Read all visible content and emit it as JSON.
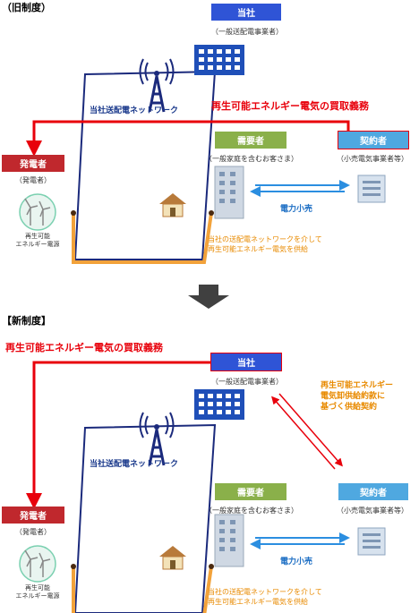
{
  "old_system": {
    "title": "（旧制度）",
    "company": "当社",
    "company_sub": "（一般送配電事業者）",
    "network": "当社送配電ネットワーク",
    "purchase_obligation": "再生可能エネルギー電気の買取義務",
    "generator": "発電者",
    "generator_sub": "（発電者）",
    "renewable_source": [
      "再生可能",
      "エネルギー電源"
    ],
    "consumer": "需要者",
    "consumer_sub": "（一般家庭を含むお客さま）",
    "contractor": "契約者",
    "contractor_sub": "（小売電気事業者等）",
    "retail": "電力小売",
    "supply_note": [
      "当社の送配電ネットワークを介して",
      "再生可能エネルギー電気を供給"
    ]
  },
  "new_system": {
    "title": "【新制度】",
    "purchase_obligation": "再生可能エネルギー電気の買取義務",
    "company": "当社",
    "company_sub": "（一般送配電事業者）",
    "contract_note": [
      "再生可能エネルギー",
      "電気卸供給約款に",
      "基づく供給契約"
    ],
    "network": "当社送配電ネットワーク",
    "generator": "発電者",
    "generator_sub": "（発電者）",
    "renewable_source": [
      "再生可能",
      "エネルギー電源"
    ],
    "consumer": "需要者",
    "consumer_sub": "（一般家庭を含むお客さま）",
    "contractor": "契約者",
    "contractor_sub": "（小売電気事業者等）",
    "retail": "電力小売",
    "supply_note": [
      "当社の送配電ネットワークを介して",
      "再生可能エネルギー電気を供給"
    ]
  },
  "colors": {
    "company_box": "#2f54d6",
    "generator_box": "#c0282d",
    "consumer_box": "#8ab04a",
    "contractor_box": "#4fa8e0",
    "red_arrow": "#e8000b",
    "network_line": "#1b2a7c",
    "orange_line": "#f2a23a",
    "blue_arrow": "#2b8ee0"
  }
}
